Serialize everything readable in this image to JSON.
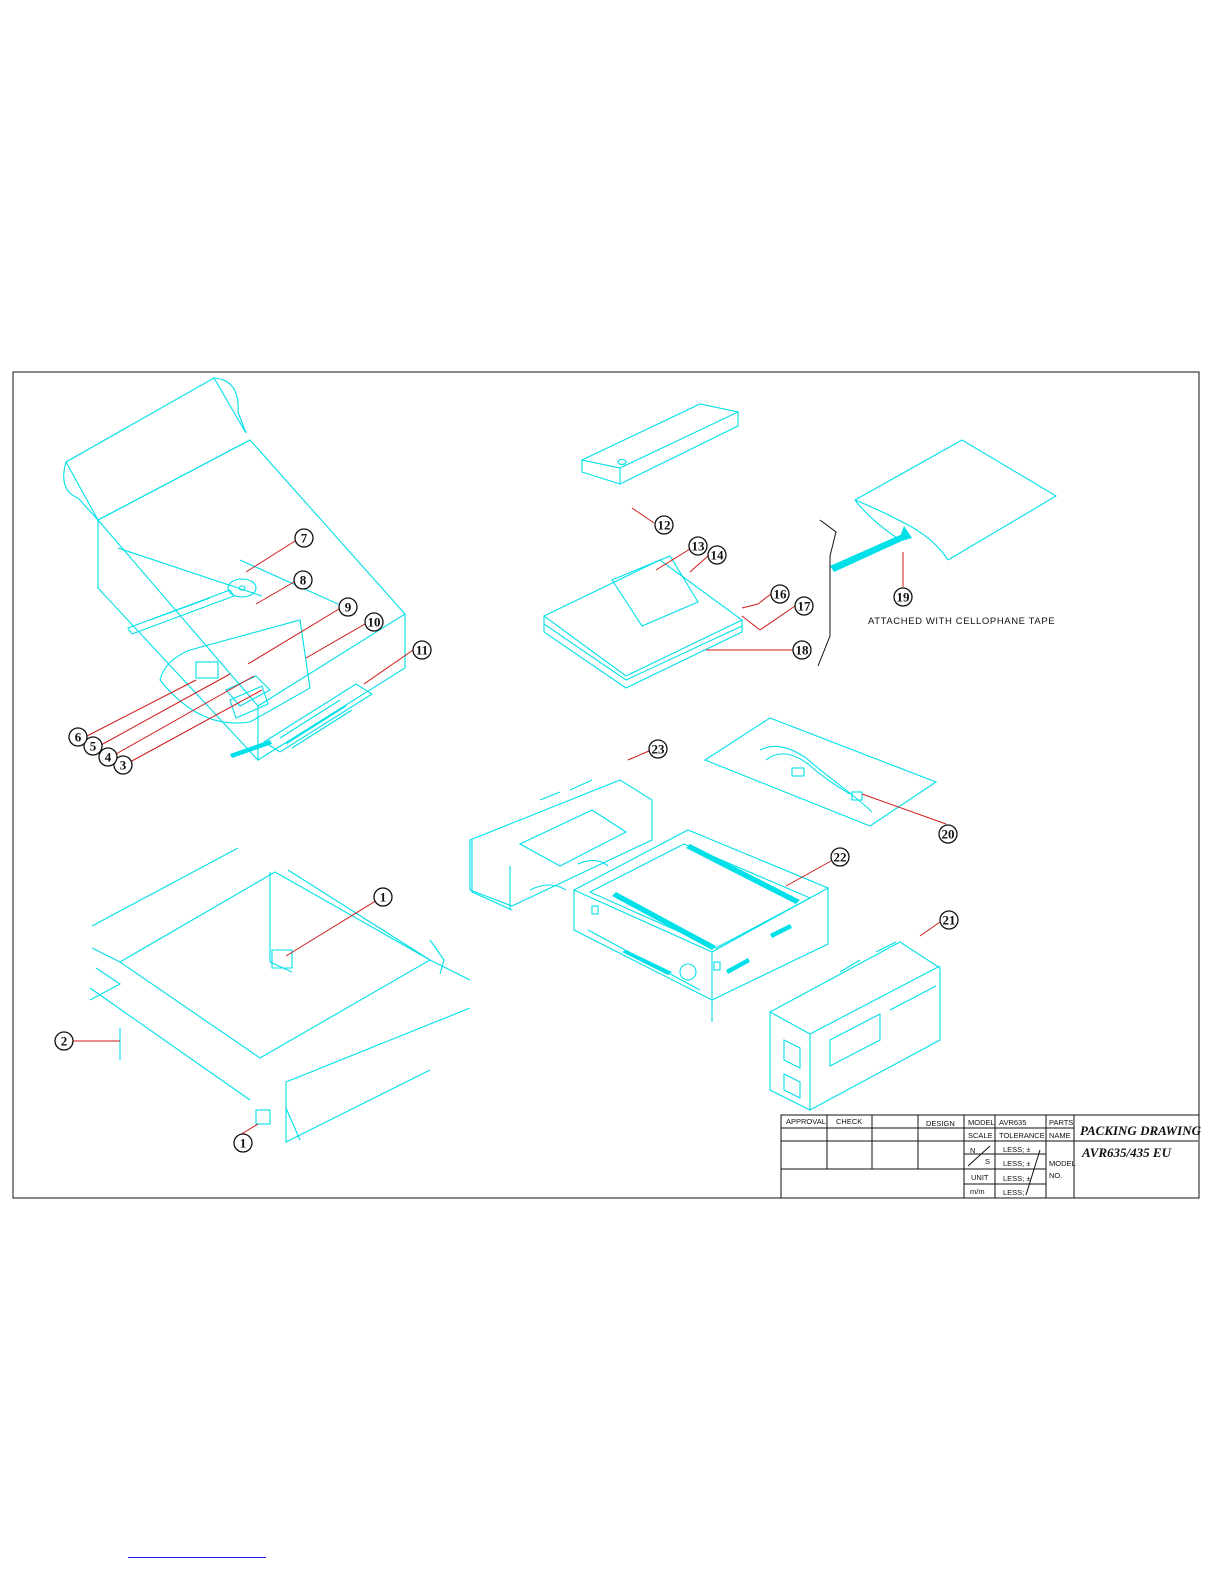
{
  "callouts": [
    "1",
    "2",
    "3",
    "4",
    "5",
    "6",
    "7",
    "8",
    "9",
    "10",
    "11",
    "12",
    "13",
    "14",
    "16",
    "17",
    "18",
    "19",
    "20",
    "21",
    "22",
    "23"
  ],
  "note": "ATTACHED WITH CELLOPHANE TAPE",
  "title_block": {
    "approval": "APPROVAL",
    "check": "CHECK",
    "design": "DESIGN",
    "model_label": "MODEL",
    "model_value": "AVR635",
    "parts_label": "PARTS",
    "name_label": "NAME",
    "scale_label": "SCALE",
    "tolerance_label": "TOLERANCE",
    "ns_n": "N",
    "ns_s": "S",
    "less1": "LESS; ±",
    "less2": "LESS; ±",
    "less3": "LESS; ±",
    "less4": "LESS;",
    "unit_label": "UNIT",
    "unit_value": "m/m",
    "model_no_1": "MODEL",
    "model_no_2": "NO.",
    "drawing_title": "PACKING DRAWING",
    "drawing_model": "AVR635/435 EU"
  },
  "colors": {
    "line": "#00e0e8",
    "leader": "#d01818",
    "ink": "#111111"
  }
}
